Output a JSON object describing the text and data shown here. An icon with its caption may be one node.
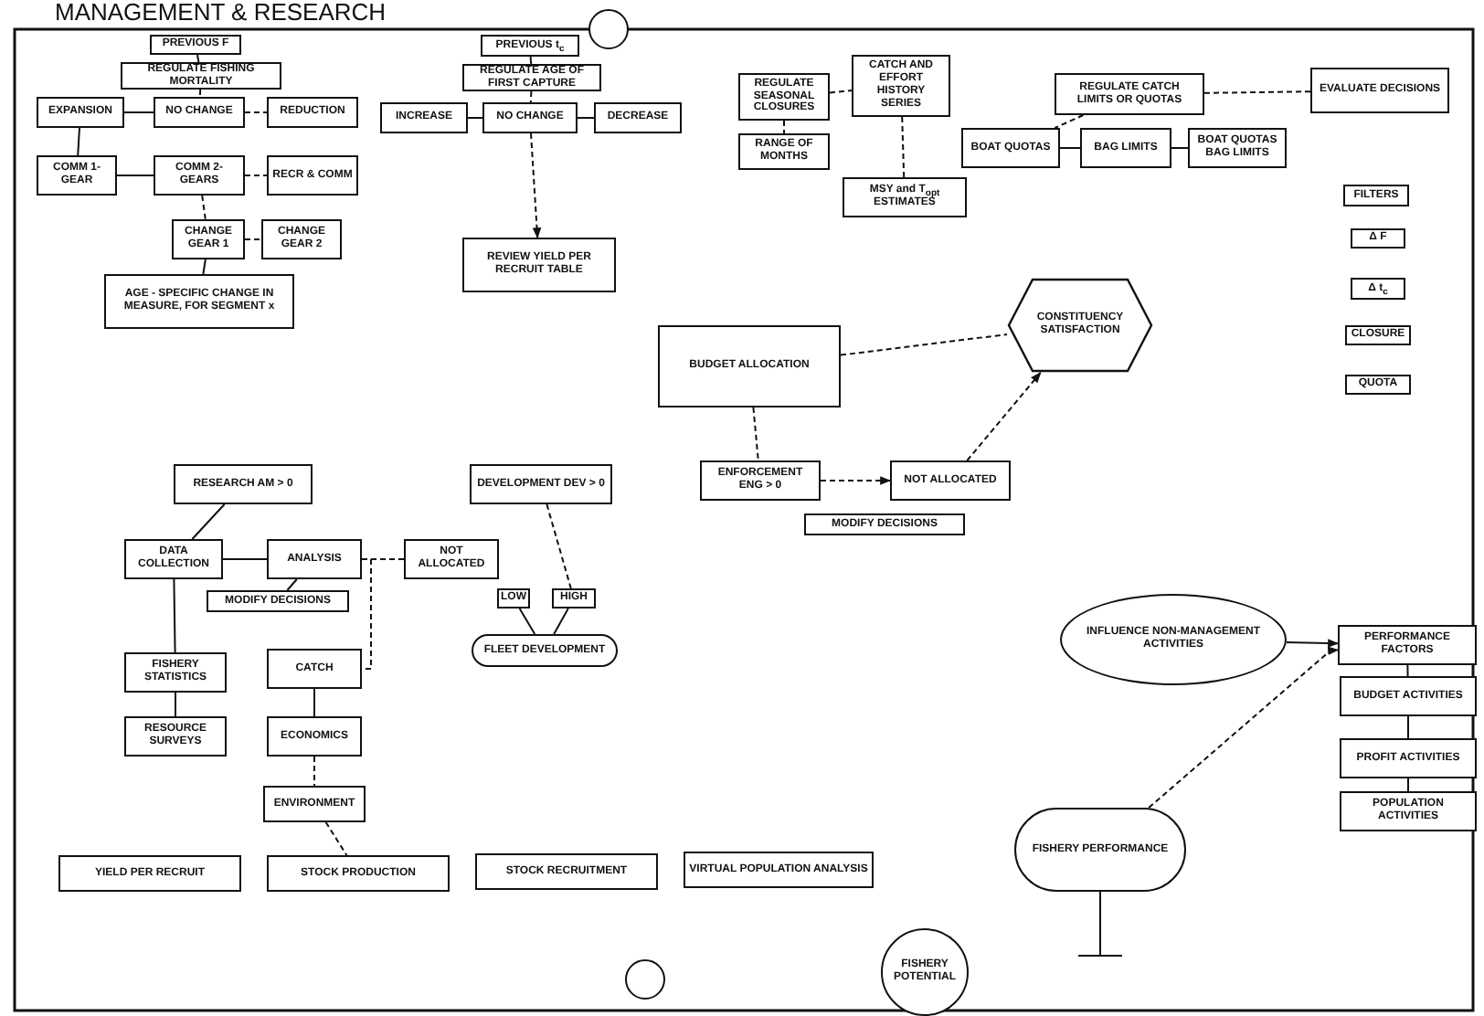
{
  "diagram": {
    "title": "MANAGEMENT & RESEARCH",
    "nodes": [
      {
        "text": [
          "PREVIOUS F"
        ]
      },
      {
        "text": [
          "REGULATE FISHING MORTALITY"
        ]
      },
      {
        "text": [
          "EXPANSION"
        ]
      },
      {
        "text": [
          "NO CHANGE"
        ]
      },
      {
        "text": [
          "REDUCTION"
        ]
      },
      {
        "text": [
          "COMM 1-GEAR"
        ]
      },
      {
        "text": [
          "COMM 2-GEARS"
        ]
      },
      {
        "text": [
          "RECR & COMM"
        ]
      },
      {
        "text": [
          "CHANGE GEAR 1"
        ]
      },
      {
        "text": [
          "CHANGE GEAR 2"
        ]
      },
      {
        "text": [
          "AGE - SPECIFIC CHANGE IN MEASURE, FOR SEGMENT x"
        ]
      },
      {
        "text": [
          "PREVIOUS t$_{c}$"
        ]
      },
      {
        "text": [
          "REGULATE AGE OF FIRST CAPTURE"
        ]
      },
      {
        "text": [
          "INCREASE"
        ]
      },
      {
        "text": [
          "NO CHANGE"
        ]
      },
      {
        "text": [
          "DECREASE"
        ]
      },
      {
        "text": [
          "REVIEW YIELD PER RECRUIT TABLE"
        ]
      },
      {
        "text": [],
        "shape": "circle"
      },
      {
        "text": [
          "REGULATE SEASONAL CLOSURES"
        ]
      },
      {
        "text": [
          "CATCH AND EFFORT HISTORY SERIES"
        ]
      },
      {
        "text": [
          "RANGE OF MONTHS"
        ]
      },
      {
        "text": [
          "REGULATE CATCH LIMITS OR QUOTAS"
        ]
      },
      {
        "text": [
          "EVALUATE DECISIONS"
        ]
      },
      {
        "text": [
          "BOAT QUOTAS"
        ]
      },
      {
        "text": [
          "BAG LIMITS"
        ]
      },
      {
        "text": [
          "BOAT QUOTAS BAG LIMITS"
        ]
      },
      {
        "text": [
          "MSY and T$_{opt}$ ESTIMATES"
        ]
      },
      {
        "text": [
          "FILTERS"
        ]
      },
      {
        "text": [
          "Δ F"
        ]
      },
      {
        "text": [
          "Δ t$_{c}$"
        ]
      },
      {
        "text": [
          "CLOSURE"
        ]
      },
      {
        "text": [
          "QUOTA"
        ]
      },
      {
        "text": [
          "BUDGET ALLOCATION"
        ]
      },
      {
        "text": [
          "CONSTITUENCY SATISFACTION"
        ]
      },
      {
        "text": [
          "RESEARCH AM > 0"
        ]
      },
      {
        "text": [
          "DATA COLLECTION"
        ]
      },
      {
        "text": [
          "ANALYSIS"
        ]
      },
      {
        "text": [
          "NOT ALLOCATED"
        ]
      },
      {
        "text": [
          "MODIFY DECISIONS"
        ]
      },
      {
        "text": [
          "DEVELOPMENT DEV > 0"
        ]
      },
      {
        "text": [
          "LOW"
        ]
      },
      {
        "text": [
          "HIGH"
        ]
      },
      {
        "text": [
          "FLEET DEVELOPMENT"
        ]
      },
      {
        "text": [
          "ENFORCEMENT ENG > 0"
        ]
      },
      {
        "text": [
          "NOT ALLOCATED"
        ]
      },
      {
        "text": [
          "MODIFY DECISIONS"
        ]
      },
      {
        "text": [
          "FISHERY STATISTICS"
        ]
      },
      {
        "text": [
          "CATCH"
        ]
      },
      {
        "text": [
          "RESOURCE SURVEYS"
        ]
      },
      {
        "text": [
          "ECONOMICS"
        ]
      },
      {
        "text": [
          "ENVIRONMENT"
        ]
      },
      {
        "text": [
          "YIELD PER RECRUIT"
        ]
      },
      {
        "text": [
          "STOCK PRODUCTION"
        ]
      },
      {
        "text": [
          "STOCK RECRUITMENT"
        ]
      },
      {
        "text": [
          "VIRTUAL POPULATION ANALYSIS"
        ]
      },
      {
        "text": [
          "INFLUENCE NON-MANAGEMENT ACTIVITIES"
        ]
      },
      {
        "text": [
          "PERFORMANCE FACTORS"
        ]
      },
      {
        "text": [
          "BUDGET ACTIVITIES"
        ]
      },
      {
        "text": [
          "PROFIT ACTIVITIES"
        ]
      },
      {
        "text": [
          "POPULATION ACTIVITIES"
        ]
      },
      {
        "text": [
          "FISHERY PERFORMANCE"
        ]
      },
      {
        "text": [
          "FISHERY POTENTIAL"
        ]
      },
      {
        "text": [],
        "shape": "circle"
      }
    ],
    "edges": [
      {
        "from": 0,
        "to": 1,
        "arrow": "none"
      },
      {
        "from": 1,
        "to": 3,
        "arrow": "none",
        "style": "dashed"
      },
      {
        "from": 2,
        "to": 3,
        "arrow": "none"
      },
      {
        "from": 3,
        "to": 4,
        "arrow": "none",
        "style": "dashed"
      },
      {
        "from": 2,
        "to": 5,
        "arrow": "none"
      },
      {
        "from": 5,
        "to": 6,
        "arrow": "none"
      },
      {
        "from": 6,
        "to": 7,
        "arrow": "none",
        "style": "dashed"
      },
      {
        "from": 6,
        "to": 8,
        "arrow": "none",
        "style": "dashed"
      },
      {
        "from": 8,
        "to": 9,
        "arrow": "none",
        "style": "dashed"
      },
      {
        "from": 8,
        "to": 10,
        "arrow": "none"
      },
      {
        "from": 11,
        "to": 12,
        "arrow": "none"
      },
      {
        "from": 12,
        "to": 14,
        "arrow": "none",
        "style": "dashed"
      },
      {
        "from": 13,
        "to": 14,
        "arrow": "none"
      },
      {
        "from": 14,
        "to": 15,
        "arrow": "none"
      },
      {
        "from": 14,
        "to": 16,
        "arrow": "to",
        "style": "dashed"
      },
      {
        "from": 18,
        "to": 19,
        "arrow": "none",
        "style": "dashed"
      },
      {
        "from": 18,
        "to": 20,
        "arrow": "none",
        "style": "dashed"
      },
      {
        "from": 21,
        "to": 22,
        "arrow": "none",
        "style": "dashed"
      },
      {
        "from": 21,
        "to": 23,
        "arrow": "none",
        "style": "dashed"
      },
      {
        "from": 23,
        "to": 24,
        "arrow": "none"
      },
      {
        "from": 24,
        "to": 25,
        "arrow": "none"
      },
      {
        "from": 19,
        "to": 26,
        "arrow": "none",
        "style": "dashed"
      },
      {
        "from": 32,
        "to": 33,
        "arrow": "none",
        "style": "dashed"
      },
      {
        "from": 43,
        "to": 44,
        "arrow": "to",
        "style": "dashed"
      },
      {
        "from": 44,
        "to": 33,
        "arrow": "to",
        "style": "dashed"
      },
      {
        "from": 32,
        "to": 43,
        "arrow": "none",
        "style": "dashed"
      },
      {
        "from": 34,
        "to": 35,
        "arrow": "none"
      },
      {
        "from": 35,
        "to": 36,
        "arrow": "none"
      },
      {
        "from": 36,
        "to": 37,
        "arrow": "none",
        "style": "dashed"
      },
      {
        "from": 36,
        "to": 38,
        "arrow": "none"
      },
      {
        "from": 39,
        "to": 41,
        "arrow": "none",
        "style": "dashed"
      },
      {
        "from": 40,
        "to": 42,
        "arrow": "none"
      },
      {
        "from": 41,
        "to": 42,
        "arrow": "none"
      },
      {
        "from": 35,
        "to": 46,
        "arrow": "none"
      },
      {
        "from": 36,
        "to": 47,
        "arrow": "none",
        "style": "dashed"
      },
      {
        "from": 46,
        "to": 48,
        "arrow": "none"
      },
      {
        "from": 47,
        "to": 49,
        "arrow": "none"
      },
      {
        "from": 49,
        "to": 50,
        "arrow": "none",
        "style": "dashed"
      },
      {
        "from": 50,
        "to": 52,
        "arrow": "none",
        "style": "dashed"
      },
      {
        "from": 55,
        "to": 56,
        "arrow": "to"
      },
      {
        "from": 60,
        "to": 56,
        "arrow": "to",
        "style": "dashed"
      },
      {
        "from": 56,
        "to": 57,
        "arrow": "none"
      },
      {
        "from": 57,
        "to": 58,
        "arrow": "none"
      },
      {
        "from": 58,
        "to": 59,
        "arrow": "none"
      }
    ]
  }
}
